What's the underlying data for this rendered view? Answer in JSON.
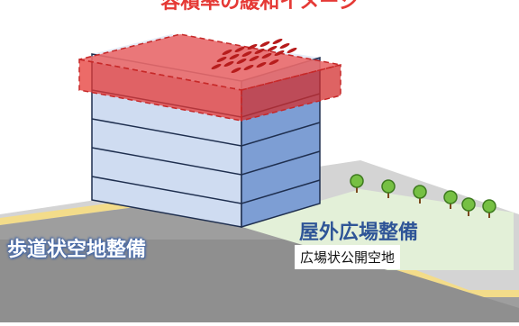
{
  "title": "容積率の緩和イメージ",
  "labels": {
    "sidewalk": "歩道状空地整備",
    "plaza": "屋外広場整備",
    "public_space": "広場状公開空地"
  },
  "colors": {
    "title": "#e53935",
    "bonus_floor": "#e53935",
    "building_front": "#cfdcf1",
    "building_side": "#7d9ed4",
    "ground": "#d4d4d4",
    "yellow_line": "#f3dc8a",
    "plaza": "#e3f0d8",
    "tree_crown": "#76c043"
  },
  "icons": [
    "tree-icon"
  ],
  "trees_count": 6
}
